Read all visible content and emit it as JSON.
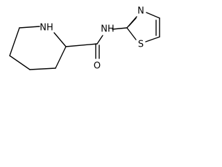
{
  "molecule": {
    "atoms": {
      "piperidine_nh": "NH",
      "amide_nh": "NH",
      "carbonyl_o": "O",
      "thiazole_n": "N",
      "thiazole_s": "S"
    }
  },
  "colors": {
    "bond": "#000000",
    "label": "#000000",
    "background": "#ffffff"
  }
}
